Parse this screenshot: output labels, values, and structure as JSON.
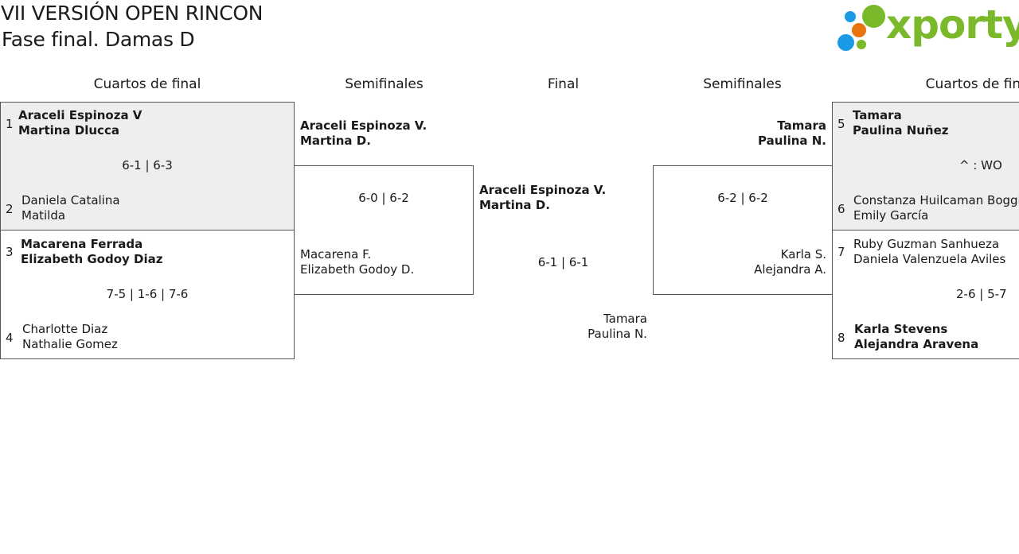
{
  "header": {
    "title": "VII VERSIÓN OPEN RINCON",
    "subtitle": "Fase final. Damas D",
    "logo_text": "xporty"
  },
  "brand_colors": {
    "logo_green": "#7ab929",
    "logo_blue": "#1a9be6",
    "logo_orange": "#e8730f"
  },
  "rounds": {
    "left_quarters": "Cuartos de final",
    "left_semis": "Semifinales",
    "final": "Final",
    "right_semis": "Semifinales",
    "right_quarters": "Cuartos de final"
  },
  "quarters": {
    "q1": {
      "top_seed": "1",
      "top_p1": "Araceli Espinoza V",
      "top_p2": "Martina Dlucca",
      "score": "6-1 | 6-3",
      "bottom_seed": "2",
      "bottom_p1": "Daniela Catalina",
      "bottom_p2": "Matilda"
    },
    "q2": {
      "top_seed": "3",
      "top_p1": "Macarena Ferrada",
      "top_p2": "Elizabeth Godoy Diaz",
      "score": "7-5 | 1-6 | 7-6",
      "bottom_seed": "4",
      "bottom_p1": "Charlotte Diaz",
      "bottom_p2": "Nathalie Gomez"
    },
    "q3": {
      "top_seed": "5",
      "top_p1": "Tamara",
      "top_p2": "Paulina Nuñez",
      "score": "^ : WO",
      "bottom_seed": "6",
      "bottom_p1": "Constanza Huilcaman Boggioni",
      "bottom_p2": "Emily García"
    },
    "q4": {
      "top_seed": "7",
      "top_p1": "Ruby Guzman Sanhueza",
      "top_p2": "Daniela Valenzuela Aviles",
      "score": "2-6 | 5-7",
      "bottom_seed": "8",
      "bottom_p1": "Karla Stevens",
      "bottom_p2": "Alejandra Aravena"
    }
  },
  "semis": {
    "left": {
      "top_p1": "Araceli Espinoza V.",
      "top_p2": "Martina D.",
      "score": "6-0 | 6-2",
      "bottom_p1": "Macarena F.",
      "bottom_p2": "Elizabeth Godoy D."
    },
    "right": {
      "top_p1": "Tamara",
      "top_p2": "Paulina N.",
      "score": "6-2 | 6-2",
      "bottom_p1": "Karla S.",
      "bottom_p2": "Alejandra A."
    }
  },
  "final": {
    "top_p1": "Araceli Espinoza V.",
    "top_p2": "Martina D.",
    "score": "6-1 | 6-1",
    "bottom_p1": "Tamara",
    "bottom_p2": "Paulina N."
  }
}
